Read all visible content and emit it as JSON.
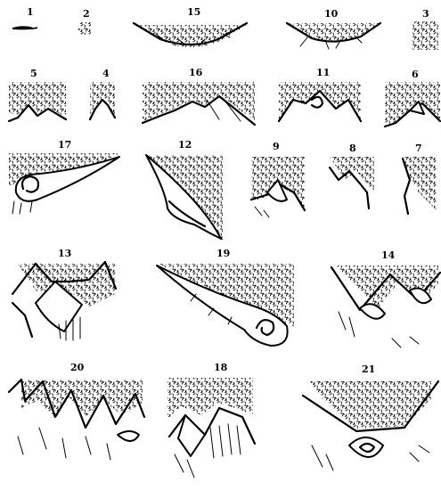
{
  "plate": {
    "figures": [
      {
        "label": "1"
      },
      {
        "label": "2"
      },
      {
        "label": "15"
      },
      {
        "label": "10"
      },
      {
        "label": "3"
      },
      {
        "label": "5"
      },
      {
        "label": "4"
      },
      {
        "label": "16"
      },
      {
        "label": "11"
      },
      {
        "label": "6"
      },
      {
        "label": "17"
      },
      {
        "label": "12"
      },
      {
        "label": "9"
      },
      {
        "label": "8"
      },
      {
        "label": "7"
      },
      {
        "label": "13"
      },
      {
        "label": "19"
      },
      {
        "label": "14"
      },
      {
        "label": "20"
      },
      {
        "label": "18"
      },
      {
        "label": "21"
      }
    ]
  },
  "colors": {
    "ink": "#000000",
    "paper": "#ffffff"
  }
}
